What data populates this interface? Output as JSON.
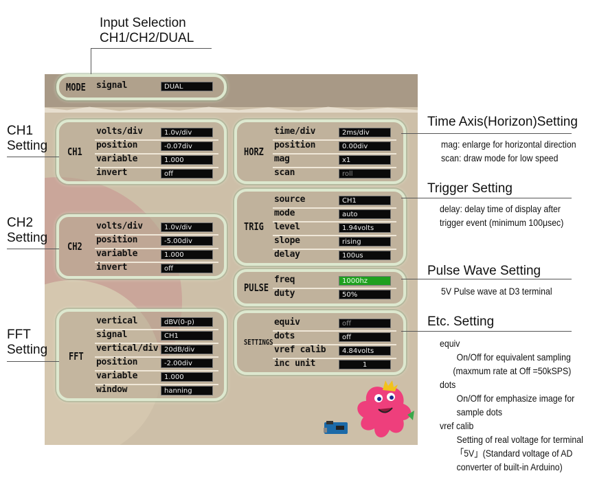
{
  "callouts": {
    "input_selection": [
      "Input Selection",
      "CH1/CH2/DUAL"
    ],
    "ch1": [
      "CH1",
      "Setting"
    ],
    "ch2": [
      "CH2",
      "Setting"
    ],
    "fft": [
      "FFT",
      "Setting"
    ],
    "time_axis": {
      "title": "Time Axis(Horizon)Setting",
      "notes": [
        "mag: enlarge for horizontal direction",
        "scan: draw mode for low speed"
      ]
    },
    "trigger": {
      "title": "Trigger Setting",
      "notes": [
        "delay: delay time of display after",
        "trigger event (minimum 100μsec)"
      ]
    },
    "pulse": {
      "title": "Pulse Wave Setting",
      "notes": [
        "5V Pulse wave at D3 terminal"
      ]
    },
    "etc": {
      "title": "Etc. Setting",
      "notes": [
        "equiv",
        "On/Off for equivalent sampling",
        "(maxmum rate at Off =50kSPS)",
        "dots",
        "On/Off for emphasize image for",
        "sample dots",
        "vref calib",
        "Setting of real voltage for terminal",
        "「5V」(Standard voltage of AD",
        "converter of built-in Arduino)"
      ]
    }
  },
  "panels": {
    "mode": {
      "tag": "MODE",
      "rows": [
        {
          "label": "signal",
          "value": "DUAL"
        }
      ]
    },
    "ch1": {
      "tag": "CH1",
      "rows": [
        {
          "label": "volts/div",
          "value": "1.0v/div"
        },
        {
          "label": "position",
          "value": "-0.07div"
        },
        {
          "label": "variable",
          "value": "1.000"
        },
        {
          "label": "invert",
          "value": "off"
        }
      ]
    },
    "ch2": {
      "tag": "CH2",
      "rows": [
        {
          "label": "volts/div",
          "value": "1.0v/div"
        },
        {
          "label": "position",
          "value": "-5.00div"
        },
        {
          "label": "variable",
          "value": "1.000"
        },
        {
          "label": "invert",
          "value": "off"
        }
      ]
    },
    "fft": {
      "tag": "FFT",
      "rows": [
        {
          "label": "vertical",
          "value": "dBV(0-p)"
        },
        {
          "label": "signal",
          "value": "CH1"
        },
        {
          "label": "vertical/div",
          "value": "20dB/div"
        },
        {
          "label": "position",
          "value": "-2.00div"
        },
        {
          "label": "variable",
          "value": "1.000"
        },
        {
          "label": "window",
          "value": "hanning"
        }
      ]
    },
    "horz": {
      "tag": "HORZ",
      "rows": [
        {
          "label": "time/div",
          "value": "2ms/div"
        },
        {
          "label": "position",
          "value": "0.00div"
        },
        {
          "label": "mag",
          "value": "x1"
        },
        {
          "label": "scan",
          "value": "roll"
        }
      ]
    },
    "trig": {
      "tag": "TRIG",
      "rows": [
        {
          "label": "source",
          "value": "CH1"
        },
        {
          "label": "mode",
          "value": "auto"
        },
        {
          "label": "level",
          "value": "1.94volts"
        },
        {
          "label": "slope",
          "value": "rising"
        },
        {
          "label": "delay",
          "value": "100us"
        }
      ]
    },
    "pulse": {
      "tag": "PULSE",
      "rows": [
        {
          "label": "freq",
          "value": "1000hz"
        },
        {
          "label": "duty",
          "value": "50%"
        }
      ]
    },
    "settings": {
      "tag": "SETTINGS",
      "rows": [
        {
          "label": "equiv",
          "value": "off"
        },
        {
          "label": "dots",
          "value": "off"
        },
        {
          "label": "vref calib",
          "value": "4.84volts"
        },
        {
          "label": "inc unit",
          "value": "1"
        }
      ]
    }
  }
}
